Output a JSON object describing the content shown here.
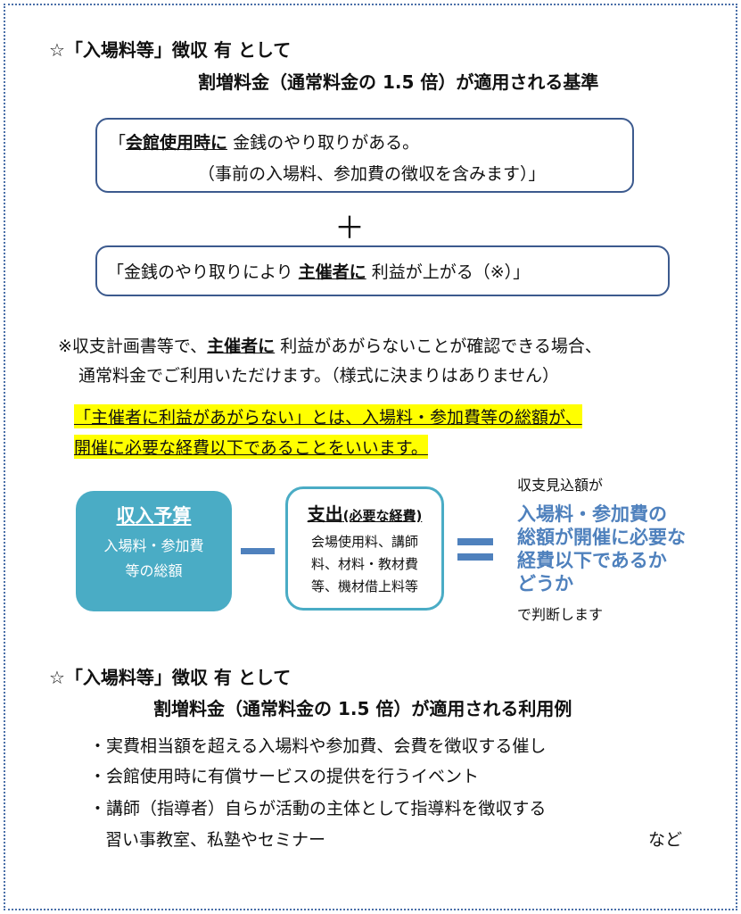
{
  "section1": {
    "title_line1": "☆「入場料等」徴収 有 として",
    "title_line2": "割増料金（通常料金の 1.5 倍）が適用される基準"
  },
  "box1": {
    "open": "「",
    "underlined": "会館使用時に",
    "rest": " 金銭のやり取りがある。",
    "line2": "（事前の入場料、参加費の徴収を含みます）」"
  },
  "plus": "＋",
  "box2": {
    "pre": "「金銭のやり取りにより ",
    "underlined": "主催者に",
    "post": " 利益が上がる（※）」"
  },
  "note": {
    "pre": "※収支計画書等で、",
    "underlined": "主催者に",
    "post": " 利益があがらないことが確認できる場合、",
    "line2": "通常料金でご利用いただけます。（様式に決まりはありません）"
  },
  "highlight": {
    "line1": "「主催者に利益があがらない」とは、入場料・参加費等の総額が、",
    "line2": "開催に必要な経費以下であることをいいます。"
  },
  "formula": {
    "income": {
      "title": "収入予算",
      "line1": "入場料・参加費",
      "line2": "等の総額"
    },
    "expense": {
      "title": "支出",
      "title_sub": "(必要な経費)",
      "line1": "会場使用料、講師",
      "line2": "料、材料・教材費",
      "line3": "等、機材借上料等"
    },
    "result": {
      "pre": "収支見込額が",
      "blue1": "入場料・参加費の",
      "blue2": "総額が開催に必要な",
      "blue3": "経費以下であるか",
      "blue4": "どうか",
      "post": "で判断します"
    }
  },
  "section2": {
    "title_line1": "☆「入場料等」徴収 有 として",
    "title_line2": "割増料金（通常料金の 1.5 倍）が適用される利用例",
    "items": [
      "・実費相当額を超える入場料や参加費、会費を徴収する催し",
      "・会館使用時に有償サービスの提供を行うイベント",
      "・講師（指導者）自らが活動の主体として指導料を徴収する"
    ],
    "item3_cont": "習い事教室、私塾やセミナー",
    "etc": "など"
  }
}
